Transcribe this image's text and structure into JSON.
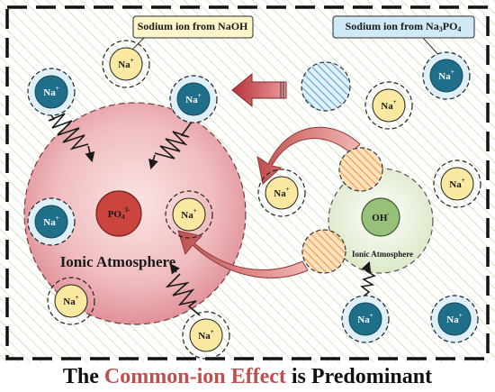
{
  "labels": {
    "naoh_source": "Sodium ion from NaOH",
    "na3po4_source_prefix": "Sodium ion from Na",
    "na3po4_source_sub1": "3",
    "na3po4_source_mid": "PO",
    "na3po4_source_sub2": "4",
    "ionic_atmosphere_large": "Ionic Atmosphere",
    "ionic_atmosphere_small": "Ionic Atmosphere"
  },
  "ions": {
    "sodium": "Na",
    "sodium_charge": "+",
    "phosphate": "PO",
    "phosphate_sub": "4",
    "phosphate_charge": "3-",
    "hydroxide": "OH",
    "hydroxide_charge": "-"
  },
  "footer": {
    "before": "The ",
    "accent": "Common-ion Effect",
    "after": " is Predominant"
  },
  "colors": {
    "hatch_green": "#b9d89a",
    "atmosphere_large": "#e8a9ad",
    "atmosphere_small": "#e4efd6",
    "na_yellow": "#fbe9a2",
    "na_blue_fill": "#1f6e8a",
    "na_blue_ring": "#9fd3ea",
    "phosphate": "#c9453d",
    "hydroxide": "#97c07a",
    "orange_hatch": "#f3a24a",
    "blue_hatch": "#6cb0d8",
    "arrow_red": "#c0504d",
    "accent_text": "#c0504d"
  }
}
